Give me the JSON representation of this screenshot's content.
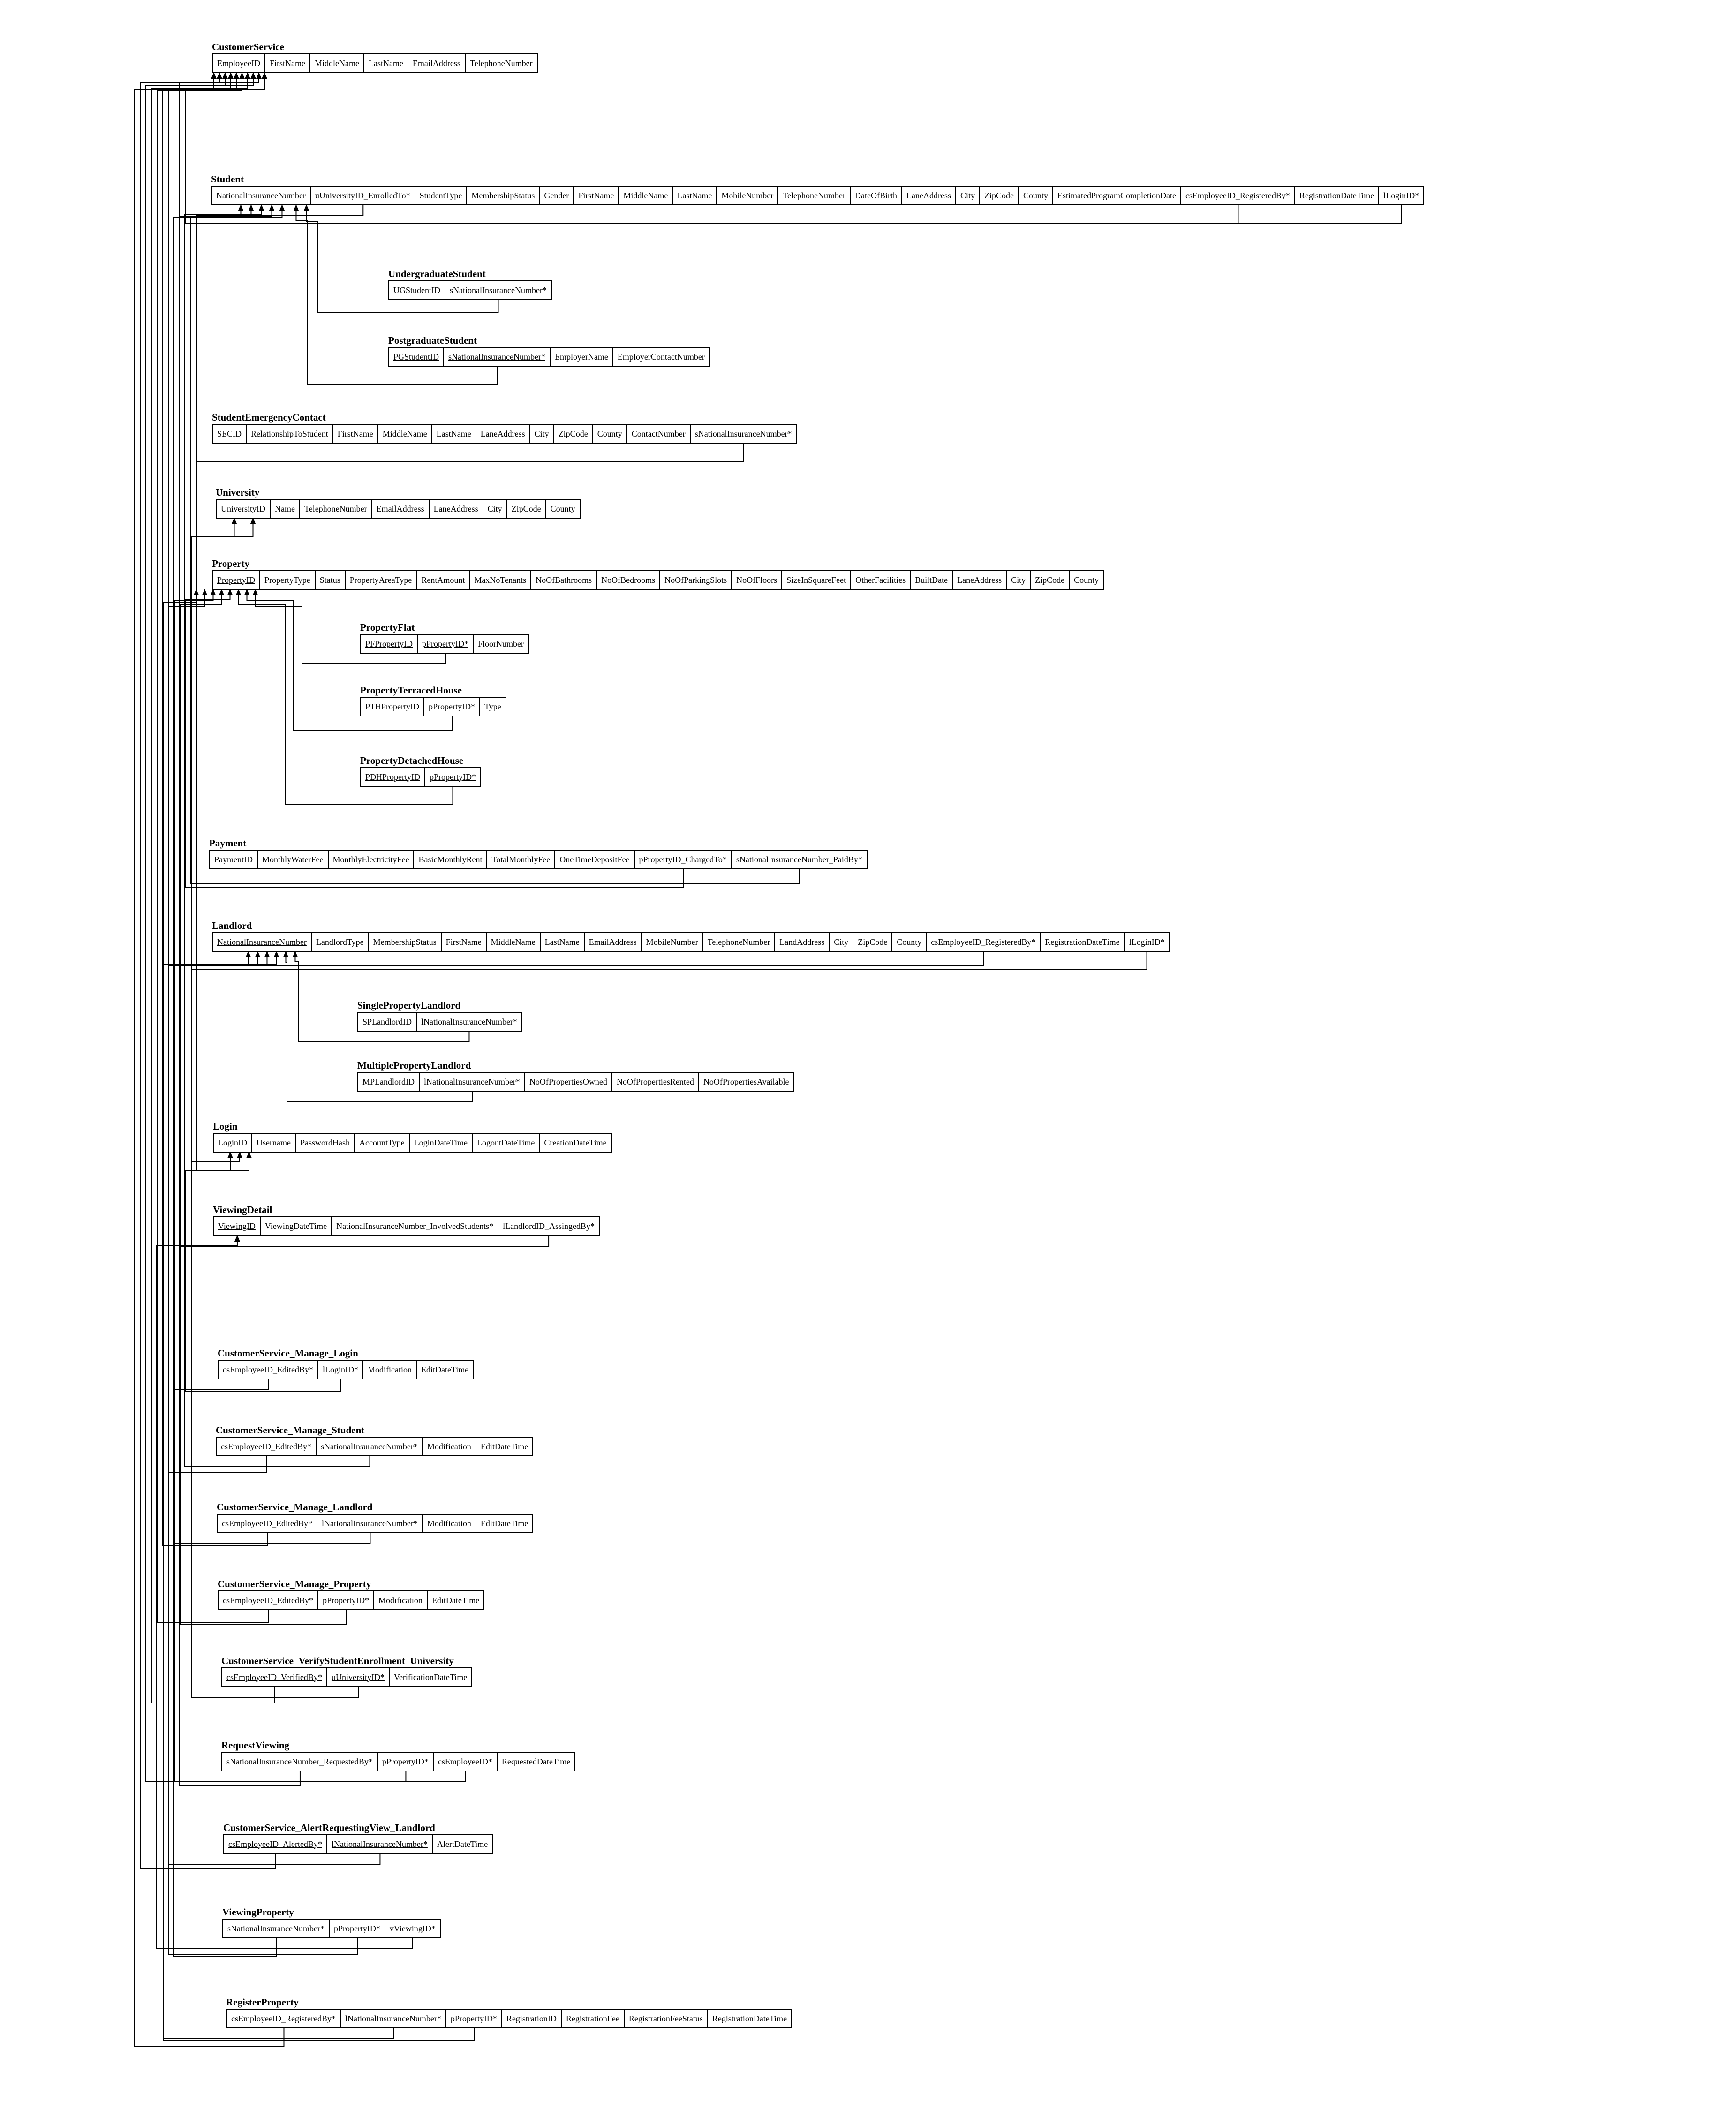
{
  "tables": [
    {
      "name": "CustomerService",
      "cols": [
        {
          "t": "EmployeeID",
          "k": true
        },
        {
          "t": "FirstName"
        },
        {
          "t": "MiddleName"
        },
        {
          "t": "LastName"
        },
        {
          "t": "EmailAddress"
        },
        {
          "t": "TelephoneNumber"
        }
      ]
    },
    {
      "name": "Student",
      "cols": [
        {
          "t": "NationalInsuranceNumber",
          "k": true
        },
        {
          "t": "uUniversityID_EnrolledTo*"
        },
        {
          "t": "StudentType"
        },
        {
          "t": "MembershipStatus"
        },
        {
          "t": "Gender"
        },
        {
          "t": "FirstName"
        },
        {
          "t": "MiddleName"
        },
        {
          "t": "LastName"
        },
        {
          "t": "MobileNumber"
        },
        {
          "t": "TelephoneNumber"
        },
        {
          "t": "DateOfBirth"
        },
        {
          "t": "LaneAddress"
        },
        {
          "t": "City"
        },
        {
          "t": "ZipCode"
        },
        {
          "t": "County"
        },
        {
          "t": "EstimatedProgramCompletionDate"
        },
        {
          "t": "csEmployeeID_RegisteredBy*"
        },
        {
          "t": "RegistrationDateTime"
        },
        {
          "t": "lLoginID*"
        }
      ]
    },
    {
      "name": "UndergraduateStudent",
      "cols": [
        {
          "t": "UGStudentID",
          "k": true
        },
        {
          "t": "sNationalInsuranceNumber*",
          "k": true
        }
      ]
    },
    {
      "name": "PostgraduateStudent",
      "cols": [
        {
          "t": "PGStudentID",
          "k": true
        },
        {
          "t": "sNationalInsuranceNumber*",
          "k": true
        },
        {
          "t": "EmployerName"
        },
        {
          "t": "EmployerContactNumber"
        }
      ]
    },
    {
      "name": "StudentEmergencyContact",
      "cols": [
        {
          "t": "SECID",
          "k": true
        },
        {
          "t": "RelationshipToStudent"
        },
        {
          "t": "FirstName"
        },
        {
          "t": "MiddleName"
        },
        {
          "t": "LastName"
        },
        {
          "t": "LaneAddress"
        },
        {
          "t": "City"
        },
        {
          "t": "ZipCode"
        },
        {
          "t": "County"
        },
        {
          "t": "ContactNumber"
        },
        {
          "t": "sNationalInsuranceNumber*"
        }
      ]
    },
    {
      "name": "University",
      "cols": [
        {
          "t": "UniversityID",
          "k": true
        },
        {
          "t": "Name"
        },
        {
          "t": "TelephoneNumber"
        },
        {
          "t": "EmailAddress"
        },
        {
          "t": "LaneAddress"
        },
        {
          "t": "City"
        },
        {
          "t": "ZipCode"
        },
        {
          "t": "County"
        }
      ]
    },
    {
      "name": "Property",
      "cols": [
        {
          "t": "PropertyID",
          "k": true
        },
        {
          "t": "PropertyType"
        },
        {
          "t": "Status"
        },
        {
          "t": "PropertyAreaType"
        },
        {
          "t": "RentAmount"
        },
        {
          "t": "MaxNoTenants"
        },
        {
          "t": "NoOfBathrooms"
        },
        {
          "t": "NoOfBedrooms"
        },
        {
          "t": "NoOfParkingSlots"
        },
        {
          "t": "NoOfFloors"
        },
        {
          "t": "SizeInSquareFeet"
        },
        {
          "t": "OtherFacilities"
        },
        {
          "t": "BuiltDate"
        },
        {
          "t": "LaneAddress"
        },
        {
          "t": "City"
        },
        {
          "t": "ZipCode"
        },
        {
          "t": "County"
        }
      ]
    },
    {
      "name": "PropertyFlat",
      "cols": [
        {
          "t": "PFPropertyID",
          "k": true
        },
        {
          "t": "pPropertyID*",
          "k": true
        },
        {
          "t": "FloorNumber"
        }
      ]
    },
    {
      "name": "PropertyTerracedHouse",
      "cols": [
        {
          "t": "PTHPropertyID",
          "k": true
        },
        {
          "t": "pPropertyID*",
          "k": true
        },
        {
          "t": "Type"
        }
      ]
    },
    {
      "name": "PropertyDetachedHouse",
      "cols": [
        {
          "t": "PDHPropertyID",
          "k": true
        },
        {
          "t": "pPropertyID*",
          "k": true
        }
      ]
    },
    {
      "name": "Payment",
      "cols": [
        {
          "t": "PaymentID",
          "k": true
        },
        {
          "t": "MonthlyWaterFee"
        },
        {
          "t": "MonthlyElectricityFee"
        },
        {
          "t": "BasicMonthlyRent"
        },
        {
          "t": "TotalMonthlyFee"
        },
        {
          "t": "OneTimeDepositFee"
        },
        {
          "t": "pPropertyID_ChargedTo*"
        },
        {
          "t": "sNationalInsuranceNumber_PaidBy*"
        }
      ]
    },
    {
      "name": "Landlord",
      "cols": [
        {
          "t": "NationalInsuranceNumber",
          "k": true
        },
        {
          "t": "LandlordType"
        },
        {
          "t": "MembershipStatus"
        },
        {
          "t": "FirstName"
        },
        {
          "t": "MiddleName"
        },
        {
          "t": "LastName"
        },
        {
          "t": "EmailAddress"
        },
        {
          "t": "MobileNumber"
        },
        {
          "t": "TelephoneNumber"
        },
        {
          "t": "LandAddress"
        },
        {
          "t": "City"
        },
        {
          "t": "ZipCode"
        },
        {
          "t": "County"
        },
        {
          "t": "csEmployeeID_RegisteredBy*"
        },
        {
          "t": "RegistrationDateTime"
        },
        {
          "t": "lLoginID*"
        }
      ]
    },
    {
      "name": "SinglePropertyLandlord",
      "cols": [
        {
          "t": "SPLandlordID",
          "k": true
        },
        {
          "t": "lNationalInsuranceNumber*"
        }
      ]
    },
    {
      "name": "MultiplePropertyLandlord",
      "cols": [
        {
          "t": "MPLandlordID",
          "k": true
        },
        {
          "t": "lNationalInsuranceNumber*"
        },
        {
          "t": "NoOfPropertiesOwned"
        },
        {
          "t": "NoOfPropertiesRented"
        },
        {
          "t": "NoOfPropertiesAvailable"
        }
      ]
    },
    {
      "name": "Login",
      "cols": [
        {
          "t": "LoginID",
          "k": true
        },
        {
          "t": "Username"
        },
        {
          "t": "PasswordHash"
        },
        {
          "t": "AccountType"
        },
        {
          "t": "LoginDateTime"
        },
        {
          "t": "LogoutDateTime"
        },
        {
          "t": "CreationDateTime"
        }
      ]
    },
    {
      "name": "ViewingDetail",
      "cols": [
        {
          "t": "ViewingID",
          "k": true
        },
        {
          "t": "ViewingDateTime"
        },
        {
          "t": "NationalInsuranceNumber_InvolvedStudents*"
        },
        {
          "t": "lLandlordID_AssingedBy*"
        }
      ]
    },
    {
      "name": "CustomerService_Manage_Login",
      "cols": [
        {
          "t": "csEmployeeID_EditedBy*",
          "k": true
        },
        {
          "t": "lLoginID*",
          "k": true
        },
        {
          "t": "Modification"
        },
        {
          "t": "EditDateTime"
        }
      ]
    },
    {
      "name": "CustomerService_Manage_Student",
      "cols": [
        {
          "t": "csEmployeeID_EditedBy*",
          "k": true
        },
        {
          "t": "sNationalInsuranceNumber*",
          "k": true
        },
        {
          "t": "Modification"
        },
        {
          "t": "EditDateTime"
        }
      ]
    },
    {
      "name": "CustomerService_Manage_Landlord",
      "cols": [
        {
          "t": "csEmployeeID_EditedBy*",
          "k": true
        },
        {
          "t": "lNationalInsuranceNumber*",
          "k": true
        },
        {
          "t": "Modification"
        },
        {
          "t": "EditDateTime"
        }
      ]
    },
    {
      "name": "CustomerService_Manage_Property",
      "cols": [
        {
          "t": "csEmployeeID_EditedBy*",
          "k": true
        },
        {
          "t": "pPropertyID*",
          "k": true
        },
        {
          "t": "Modification"
        },
        {
          "t": "EditDateTime"
        }
      ]
    },
    {
      "name": "CustomerService_VerifyStudentEnrollment_University",
      "cols": [
        {
          "t": "csEmployeeID_VerifiedBy*",
          "k": true
        },
        {
          "t": "uUniversityID*",
          "k": true
        },
        {
          "t": "VerificationDateTime"
        }
      ]
    },
    {
      "name": "RequestViewing",
      "cols": [
        {
          "t": "sNationalInsuranceNumber_RequestedBy*",
          "k": true
        },
        {
          "t": "pPropertyID*",
          "k": true
        },
        {
          "t": "csEmployeeID*",
          "k": true
        },
        {
          "t": "RequestedDateTime"
        }
      ]
    },
    {
      "name": "CustomerService_AlertRequestingView_Landlord",
      "cols": [
        {
          "t": "csEmployeeID_AlertedBy*",
          "k": true
        },
        {
          "t": "lNationalInsuranceNumber*",
          "k": true
        },
        {
          "t": "AlertDateTime"
        }
      ]
    },
    {
      "name": "ViewingProperty",
      "cols": [
        {
          "t": "sNationalInsuranceNumber*",
          "k": true
        },
        {
          "t": "pPropertyID*",
          "k": true
        },
        {
          "t": "vViewingID*",
          "k": true
        }
      ]
    },
    {
      "name": "RegisterProperty",
      "cols": [
        {
          "t": "csEmployeeID_RegisteredBy*",
          "k": true
        },
        {
          "t": "lNationalInsuranceNumber*",
          "k": true
        },
        {
          "t": "pPropertyID*",
          "k": true
        },
        {
          "t": "RegistrationID",
          "k": true
        },
        {
          "t": "RegistrationFee"
        },
        {
          "t": "RegistrationFeeStatus"
        },
        {
          "t": "RegistrationDateTime"
        }
      ]
    }
  ]
}
